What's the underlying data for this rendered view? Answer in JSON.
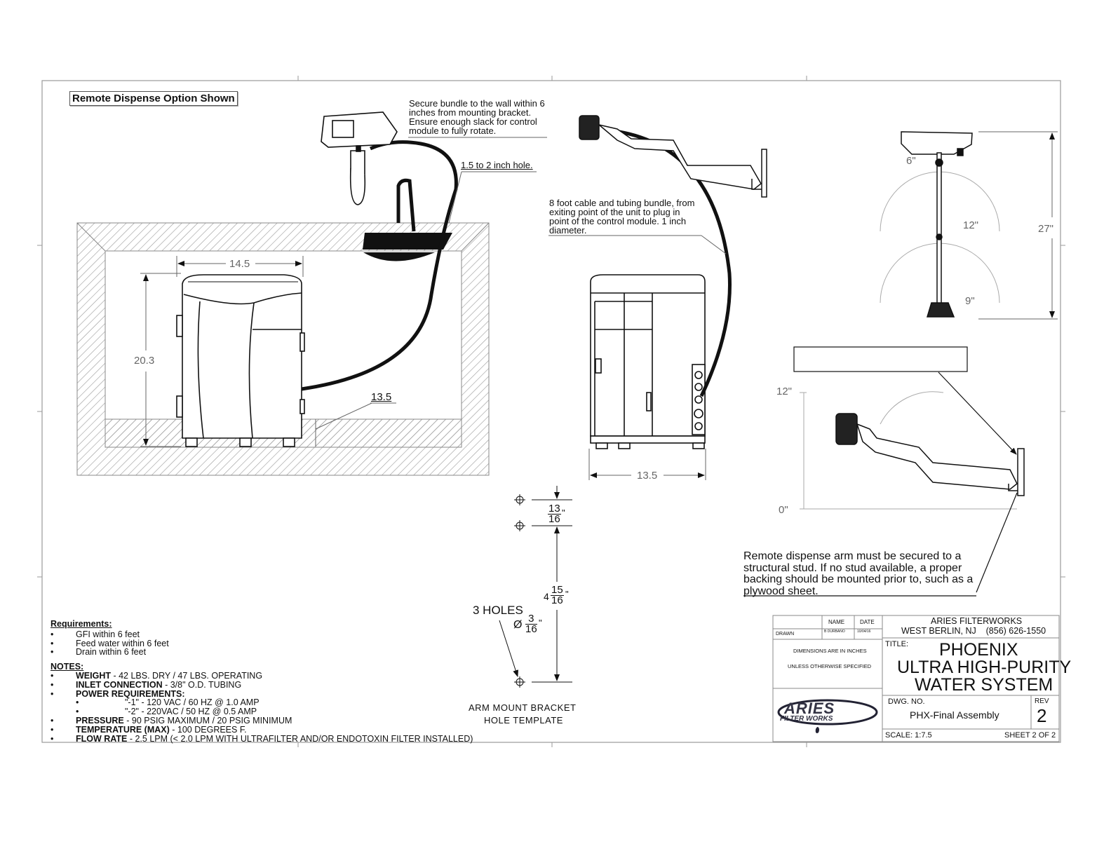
{
  "header": {
    "badge": "Remote Dispense Option Shown"
  },
  "callouts": {
    "secure_bundle": "Secure bundle to the wall within 6 inches from mounting bracket. Ensure enough slack for control module to fully rotate.",
    "hole": "1.5 to 2 inch hole.",
    "cable": "8 foot cable and tubing bundle, from exiting point of the unit to plug in point of the control module. 1 inch diameter.",
    "stud": "Remote dispense arm must be secured to a structural stud. If no stud available, a proper backing should be mounted prior to, such as a plywood sheet."
  },
  "dimensions": {
    "width_front": "14.5",
    "height_front": "20.3",
    "clearance": "13.5",
    "depth_side": "13.5",
    "arm_6": "6\"",
    "arm_12": "12\"",
    "arm_9": "9\"",
    "arm_27": "27\"",
    "side_12": "12\"",
    "side_0": "0\""
  },
  "template": {
    "spacing_top": {
      "num": "13",
      "den": "16",
      "unit": "\""
    },
    "spacing_main": {
      "whole": "4",
      "num": "15",
      "den": "16",
      "unit": "\""
    },
    "holes_label": "3 HOLES",
    "hole_dia": {
      "sym": "Ø",
      "num": "3",
      "den": "16",
      "unit": "\""
    },
    "caption_1": "ARM MOUNT BRACKET",
    "caption_2": "HOLE TEMPLATE"
  },
  "requirements": {
    "title": "Requirements:",
    "items": [
      "GFI within 6 feet",
      "Feed water within 6 feet",
      "Drain within 6 feet"
    ]
  },
  "notes": {
    "title": "NOTES:",
    "weight_k": "WEIGHT",
    "weight_v": " - 42 LBS. DRY / 47 LBS. OPERATING",
    "inlet_k": "INLET CONNECTION",
    "inlet_v": " - 3/8\" O.D. TUBING",
    "power_k": "POWER REQUIREMENTS:",
    "power_1": "\"-1\" - 120 VAC / 60 HZ @ 1.0 AMP",
    "power_2": "\"-2\" - 220VAC / 50 HZ @ 0.5 AMP",
    "pressure_k": "PRESSURE",
    "pressure_v": " - 90 PSIG MAXIMUM / 20 PSIG MINIMUM",
    "temp_k": "TEMPERATURE (MAX)",
    "temp_v": " - 100 DEGREES F.",
    "flow_k": "FLOW RATE",
    "flow_v": " - 2.5 LPM (< 2.0 LPM WITH ULTRAFILTER AND/OR ENDOTOXIN FILTER INSTALLED)"
  },
  "title_block": {
    "col_name": "NAME",
    "col_date": "DATE",
    "drawn": "DRAWN",
    "drawn_name": "B DURBANO",
    "drawn_date": "10/04/16",
    "dims_1": "DIMENSIONS ARE IN INCHES",
    "dims_2": "UNLESS OTHERWISE SPECIFIED",
    "company": "ARIES FILTERWORKS",
    "address": "WEST BERLIN, NJ    (856) 626-1550",
    "title_label": "TITLE:",
    "title_1": "PHOENIX",
    "title_2": "ULTRA HIGH-PURITY",
    "title_3": "WATER SYSTEM",
    "dwg_label": "DWG.  NO.",
    "dwg_no": "PHX-Final Assembly",
    "rev_label": "REV",
    "rev": "2",
    "scale": "SCALE: 1:7.5",
    "sheet": "SHEET 2 OF 2",
    "logo_1": "ARIES",
    "logo_2": "FILTER WORKS"
  }
}
